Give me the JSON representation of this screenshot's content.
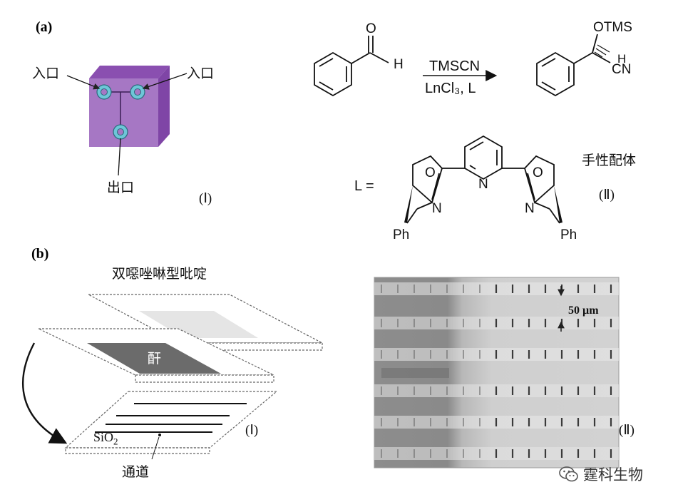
{
  "panel_a": {
    "tag": "(a)",
    "chip": {
      "inlet_left": "入口",
      "inlet_right": "入口",
      "outlet": "出口",
      "roman": "(Ⅰ)"
    },
    "reaction": {
      "aldehyde_o": "O",
      "aldehyde_h": "H",
      "reagent_top": "TMSCN",
      "reagent_bottom": "LnCl₃, L",
      "product_otms": "OTMS",
      "product_h": "H",
      "product_cn": "CN",
      "ligand_eq": "L =",
      "ligand_caption": "手性配体",
      "ring_o_left": "O",
      "ring_o_right": "O",
      "ring_n_left": "N",
      "ring_n_right": "N",
      "pyridine_n": "N",
      "ph_left": "Ph",
      "ph_right": "Ph",
      "roman": "(Ⅱ)"
    }
  },
  "panel_b": {
    "tag": "(b)",
    "device": {
      "top_layer": "双噁唑啉型吡啶",
      "middle_layer": "酐",
      "substrate": "SiO",
      "substrate_sub": "2",
      "channel": "通道",
      "roman": "(Ⅰ)"
    },
    "micrograph": {
      "scale": "50 µm",
      "roman": "(Ⅱ)"
    }
  },
  "watermark": {
    "text": "霆科生物",
    "icon": "wechat-icon"
  },
  "colors": {
    "chip_front": "#a677c4",
    "chip_top": "#8a4fb0",
    "chip_side": "#7f45a6",
    "port": "#6ec6d8",
    "anhydride": "#6b6b6b",
    "micro_dark": "#8a8a8a",
    "micro_light": "#d9d9d9"
  }
}
